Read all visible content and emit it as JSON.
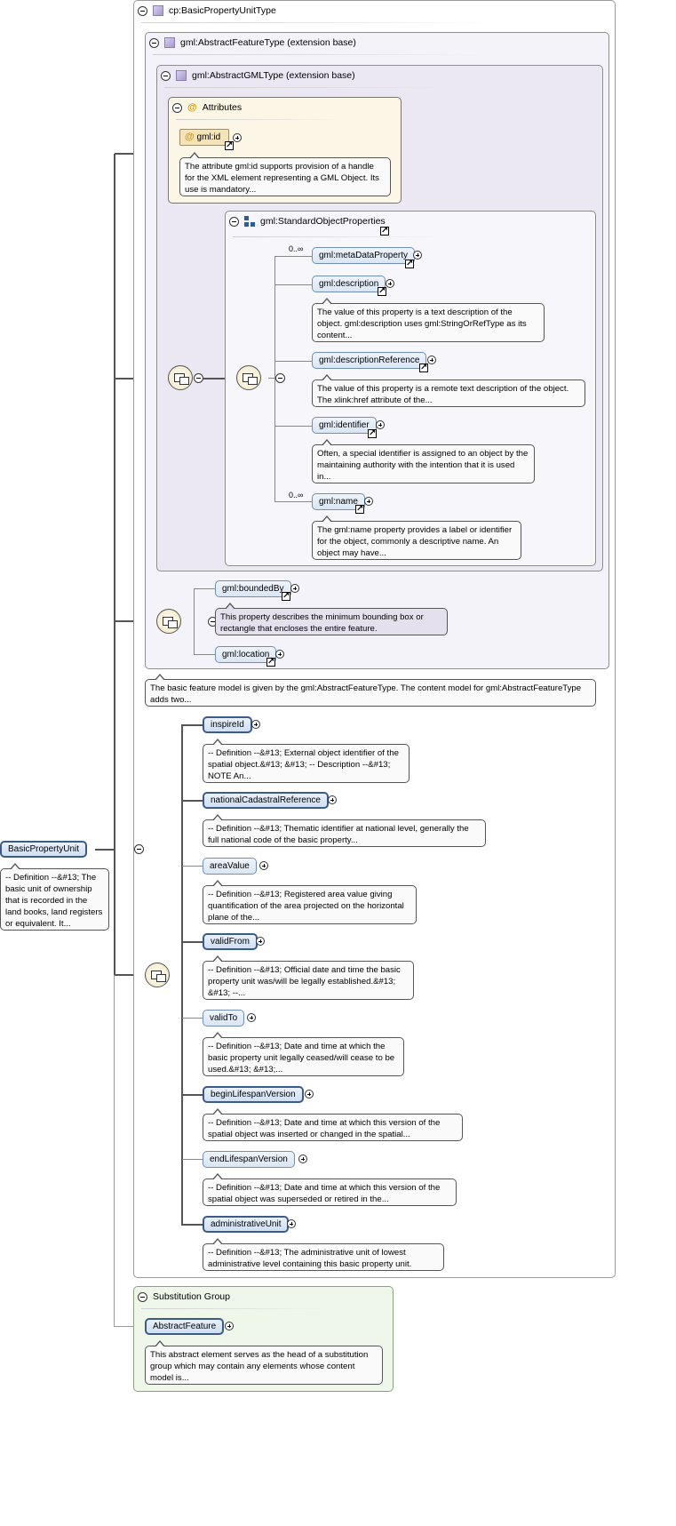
{
  "type_root": {
    "title": "cp:BasicPropertyUnitType"
  },
  "abstract_feature_type": {
    "title": "gml:AbstractFeatureType (extension base)"
  },
  "abstract_gml_type": {
    "title": "gml:AbstractGMLType (extension base)"
  },
  "attributes": {
    "title": "Attributes",
    "gml_id": {
      "label": "gml:id",
      "doc": "The attribute gml:id supports provision of a handle for the XML element representing a GML Object. Its use is mandatory..."
    }
  },
  "standard_object_properties": {
    "title": "gml:StandardObjectProperties",
    "items": [
      {
        "label": "gml:metaDataProperty",
        "occurs": "0..∞",
        "doc": ""
      },
      {
        "label": "gml:description",
        "occurs": "",
        "doc": "The value of this property is a text description of the object. gml:description uses gml:StringOrRefType as its content..."
      },
      {
        "label": "gml:descriptionReference",
        "occurs": "",
        "doc": "The value of this property is a remote text description of the object. The xlink:href attribute of the..."
      },
      {
        "label": "gml:identifier",
        "occurs": "",
        "doc": "Often, a special identifier is assigned to an object by the maintaining authority with the intention that it is used in..."
      },
      {
        "label": "gml:name",
        "occurs": "0..∞",
        "doc": "The gml:name property provides a label or identifier for the object, commonly a descriptive name. An object may have..."
      }
    ]
  },
  "feature_props": {
    "bounded_by": {
      "label": "gml:boundedBy",
      "doc": "This property describes the minimum bounding box or rectangle that encloses the entire feature."
    },
    "location": {
      "label": "gml:location"
    }
  },
  "feature_type_doc": "The basic feature model is given by the gml:AbstractFeatureType. The content model for gml:AbstractFeatureType adds two...",
  "sequence": [
    {
      "label": "inspireId",
      "doc": "-- Definition --&#13; External object identifier of the spatial object.&#13; &#13; -- Description --&#13; NOTE An..."
    },
    {
      "label": "nationalCadastralReference",
      "doc": "-- Definition --&#13; Thematic identifier at national level, generally the full national code of the basic property..."
    },
    {
      "label": "areaValue",
      "doc": "-- Definition --&#13; Registered area value giving quantification of the area projected on the horizontal plane of the..."
    },
    {
      "label": "validFrom",
      "doc": "-- Definition --&#13; Official date and time the basic property unit was/will be legally established.&#13; &#13; --..."
    },
    {
      "label": "validTo",
      "doc": "-- Definition --&#13; Date and time at which the basic property unit legally ceased/will cease to be used.&#13; &#13;..."
    },
    {
      "label": "beginLifespanVersion",
      "doc": "-- Definition --&#13; Date and time at which this version of the spatial object was inserted or changed in the spatial..."
    },
    {
      "label": "endLifespanVersion",
      "doc": "-- Definition --&#13; Date and time at which this version of the spatial object was superseded or retired in the..."
    },
    {
      "label": "administrativeUnit",
      "doc": "-- Definition --&#13; The administrative unit of lowest administrative level containing this basic property unit."
    }
  ],
  "root_element": {
    "label": "BasicPropertyUnit",
    "doc": "-- Definition --&#13; The basic unit of ownership that is recorded in the land books, land registers or equivalent. It..."
  },
  "substitution_group": {
    "title": "Substitution Group",
    "element": "AbstractFeature",
    "doc": "This abstract element serves as the head of a substitution group which may contain any elements whose content model is..."
  }
}
